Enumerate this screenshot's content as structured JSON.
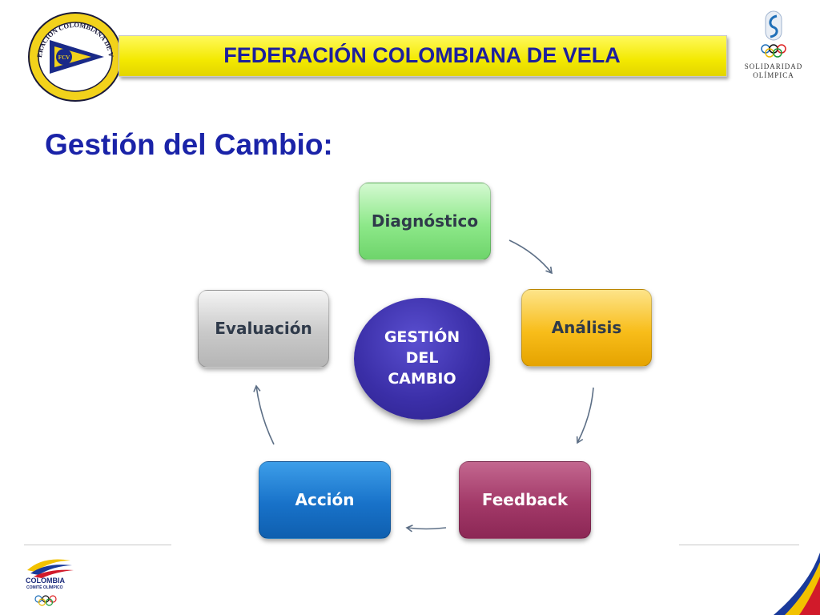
{
  "header": {
    "title": "FEDERACIÓN COLOMBIANA DE VELA"
  },
  "logos": {
    "fcv_ring_text": "FEDERACION COLOMBIANA DE VELA",
    "fcv_monogram": "FCV",
    "solidaridad_line1": "SOLIDARIDAD",
    "solidaridad_line2": "OLÍMPICA",
    "coc_name": "COLOMBIA",
    "coc_sub": "COMITÉ OLÍMPICO"
  },
  "page": {
    "title": "Gestión del Cambio:"
  },
  "diagram": {
    "center_lines": [
      "GESTIÓN",
      "DEL",
      "CAMBIO"
    ],
    "steps": [
      "Diagnóstico",
      "Análisis",
      "Feedback",
      "Acción",
      "Evaluación"
    ]
  },
  "colors": {
    "banner": "#f3e900",
    "header_text": "#1d1f9c",
    "title_text": "#1a23a8",
    "diagnostico": "#8de889",
    "analisis": "#f8bd1a",
    "feedback": "#a23968",
    "accion": "#1872c9",
    "evaluacion": "#c9c9c9",
    "center": "#3b2fa8"
  }
}
